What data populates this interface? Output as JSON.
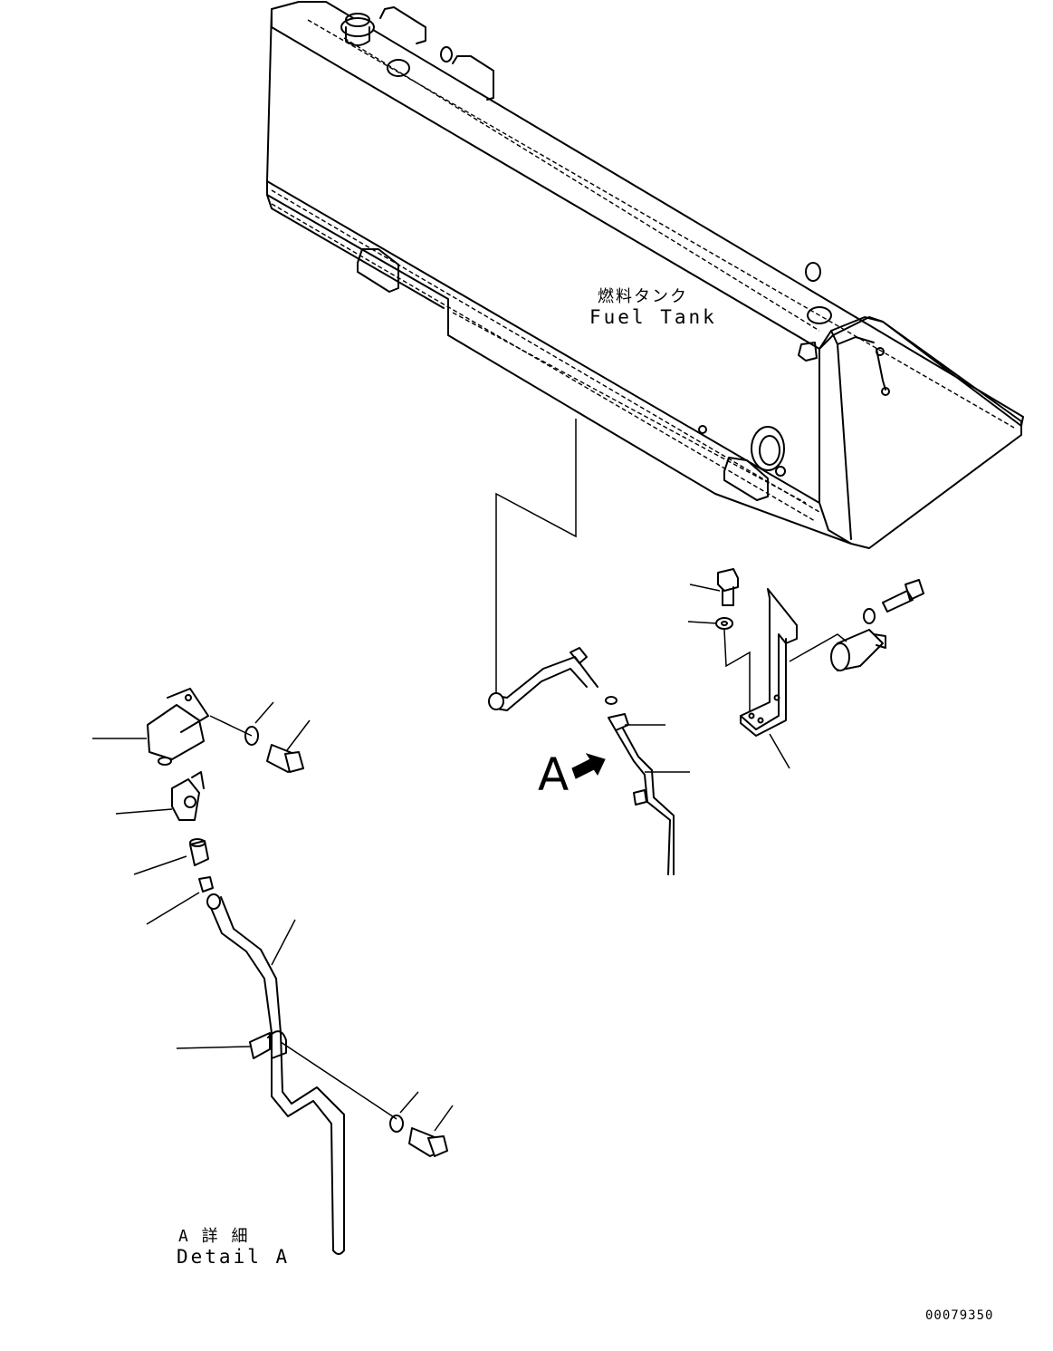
{
  "fuel_tank": {
    "label_jp": "燃料タンク",
    "label_en": "Fuel Tank"
  },
  "view_marker": {
    "letter": "A"
  },
  "detail": {
    "label_jp": "A 詳 細",
    "label_en": "Detail A"
  },
  "drawing_code": "00079350"
}
